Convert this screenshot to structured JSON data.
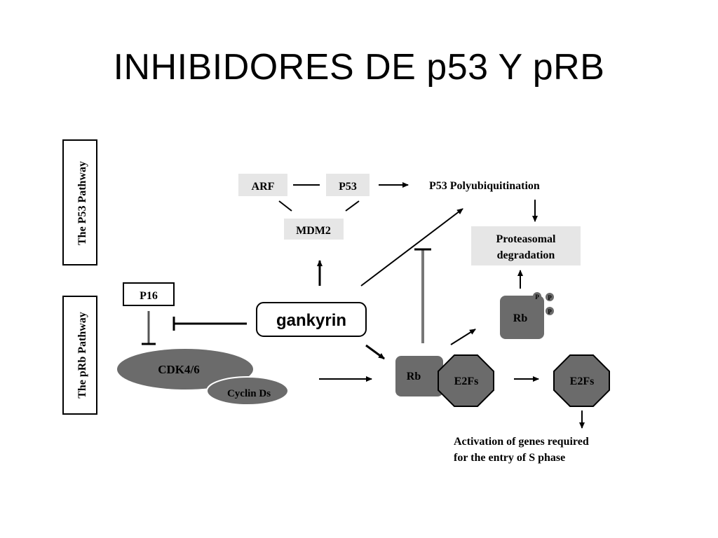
{
  "slide": {
    "title": "INHIBIDORES DE p53 Y pRB"
  },
  "pathways": {
    "p53": "The P53 Pathway",
    "prb": "The pRb Pathway"
  },
  "nodes": {
    "arf": "ARF",
    "p53": "P53",
    "mdm2": "MDM2",
    "polyubiquitination": "P53 Polyubiquitination",
    "proteasomal_line1": "Proteasomal",
    "proteasomal_line2": "degradation",
    "p16": "P16",
    "gankyrin": "gankyrin",
    "cdk": "CDK4/6",
    "cyclin": "Cyclin Ds",
    "rb_complex": "Rb",
    "e2f_complex": "E2Fs",
    "rb_phosph": "Rb",
    "phos_mark": "P",
    "e2f_free": "E2Fs",
    "activation_line1": "Activation of genes required",
    "activation_line2": "for the entry of S phase"
  },
  "colors": {
    "dark_shape": "#6b6b6b",
    "light_box": "#e6e6e6",
    "ink": "#000000"
  }
}
